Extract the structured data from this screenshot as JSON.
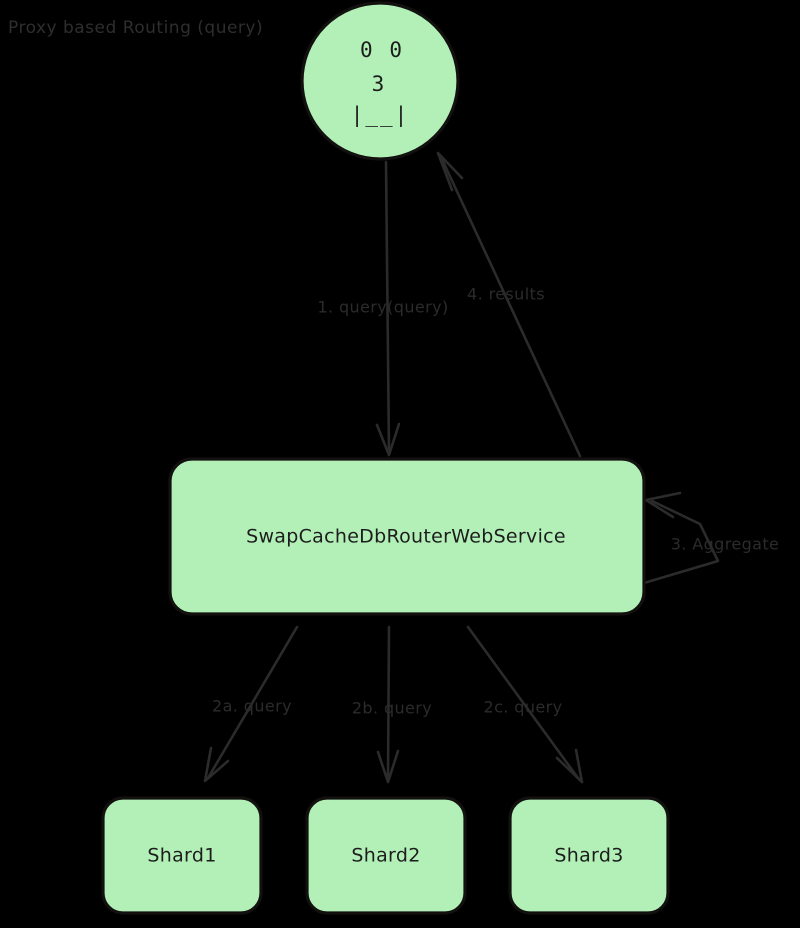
{
  "title": "Proxy based Routing (query)",
  "colors": {
    "background": "#000000",
    "node_fill": "#b2f0b8",
    "node_stroke": "#12110f",
    "edge_stroke": "#2b2b2b",
    "label_text": "#2b2b2b",
    "title_text": "#2e2e2e"
  },
  "nodes": {
    "client": {
      "shape": "circle",
      "face_line_1": "0    0",
      "face_line_2": "3",
      "face_line_3": "|__|"
    },
    "router": {
      "shape": "rounded-rect",
      "label": "SwapCacheDbRouterWebService"
    },
    "shard1": {
      "shape": "rounded-rect",
      "label": "Shard1"
    },
    "shard2": {
      "shape": "rounded-rect",
      "label": "Shard2"
    },
    "shard3": {
      "shape": "rounded-rect",
      "label": "Shard3"
    }
  },
  "edges": [
    {
      "id": "e1",
      "from": "client",
      "to": "router",
      "label": "1. query(query)"
    },
    {
      "id": "e2a",
      "from": "router",
      "to": "shard1",
      "label": "2a. query"
    },
    {
      "id": "e2b",
      "from": "router",
      "to": "shard2",
      "label": "2b. query"
    },
    {
      "id": "e2c",
      "from": "router",
      "to": "shard3",
      "label": "2c. query"
    },
    {
      "id": "e3",
      "from": "router",
      "to": "router",
      "label": "3. Aggregate"
    },
    {
      "id": "e4",
      "from": "router",
      "to": "client",
      "label": "4. results"
    }
  ]
}
